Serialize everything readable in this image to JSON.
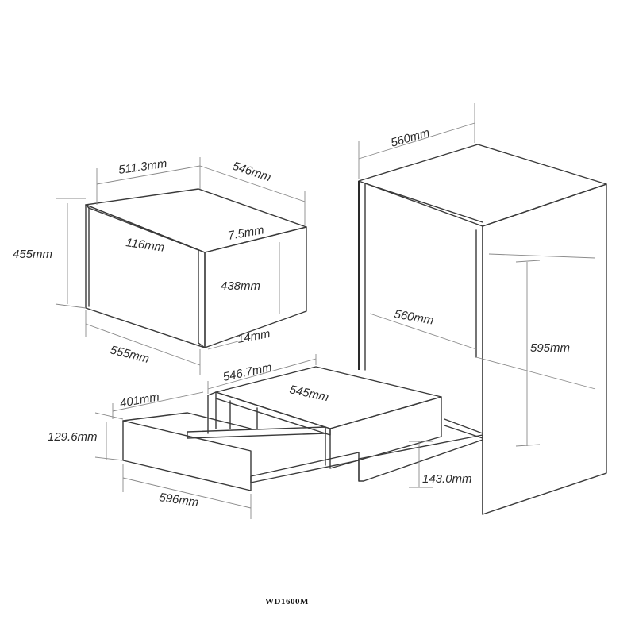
{
  "diagram": {
    "model": "WD1600M",
    "oven": {
      "dims": {
        "width_top": "511.3mm",
        "depth_top": "546mm",
        "height": "455mm",
        "panel": "116mm",
        "front_gap": "7.5mm",
        "inner_height": "438mm",
        "bottom_offset": "14mm",
        "base_width": "555mm"
      }
    },
    "cabinet": {
      "dims": {
        "top_width": "560mm",
        "inner_depth": "560mm",
        "height": "595mm"
      }
    },
    "drawer": {
      "dims": {
        "depth": "546.7mm",
        "side": "401mm",
        "inner_width": "545mm",
        "front_height": "129.6mm",
        "front_width": "596mm",
        "niche_height": "143.0mm"
      }
    }
  }
}
